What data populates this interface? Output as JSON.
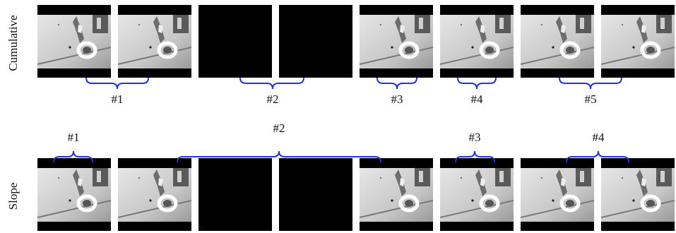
{
  "rows": [
    {
      "label": "Cumulative",
      "frames": [
        "image",
        "image",
        "black",
        "black",
        "image",
        "image",
        "image",
        "image"
      ],
      "groups": [
        {
          "label": "#1",
          "from": 0,
          "to": 1
        },
        {
          "label": "#2",
          "from": 2,
          "to": 3
        },
        {
          "label": "#3",
          "from": 4,
          "to": 4
        },
        {
          "label": "#4",
          "from": 5,
          "to": 5
        },
        {
          "label": "#5",
          "from": 6,
          "to": 7
        }
      ]
    },
    {
      "label": "Slope",
      "frames": [
        "image",
        "image",
        "black",
        "black",
        "image",
        "image",
        "image",
        "image"
      ],
      "groups": [
        {
          "label": "#1",
          "from": 0,
          "to": 0
        },
        {
          "label": "#2",
          "from": 1,
          "to": 4
        },
        {
          "label": "#3",
          "from": 5,
          "to": 5
        },
        {
          "label": "#4",
          "from": 6,
          "to": 7
        }
      ]
    }
  ],
  "colors": {
    "brace": "#2233e0",
    "frame_bar": "#000000",
    "frame_bg": "#c9c9c9",
    "ring": "#ffffff"
  }
}
